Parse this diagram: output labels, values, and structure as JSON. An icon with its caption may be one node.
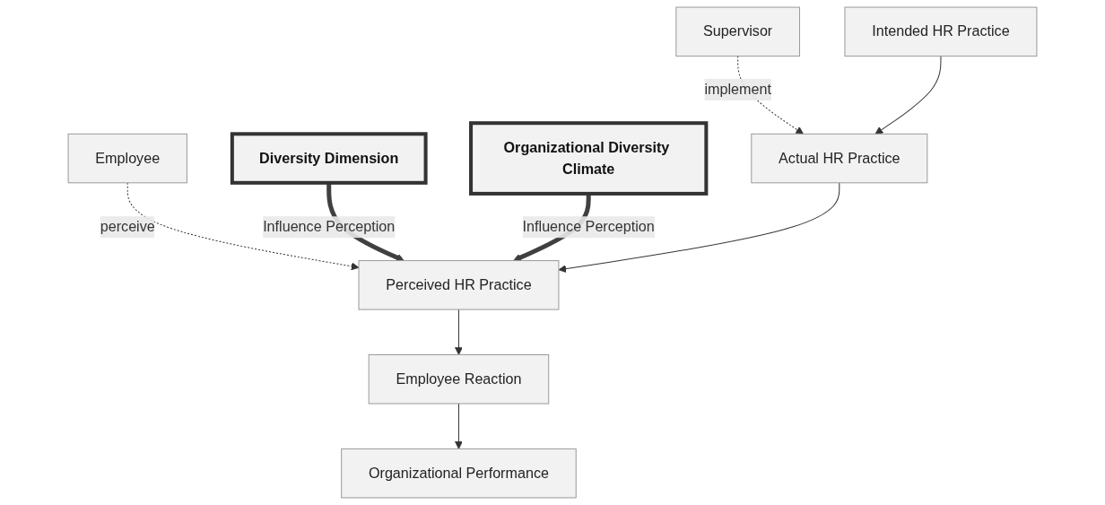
{
  "diagram": {
    "nodes": [
      {
        "text": [
          "Diversity Dimension"
        ]
      },
      {
        "text": [
          "Organizational Diversity Climate"
        ]
      },
      {
        "text": [
          "Supervisor"
        ]
      },
      {
        "text": [
          "Employee"
        ]
      },
      {
        "text": [
          "Intended HR Practice"
        ]
      },
      {
        "text": [
          "Actual HR Practice"
        ]
      },
      {
        "text": [
          "Perceived HR Practice"
        ]
      },
      {
        "text": [
          "Employee Reaction"
        ]
      },
      {
        "text": [
          "Organizational Performance"
        ]
      }
    ],
    "edges": [
      {
        "from": 2,
        "to": 5,
        "arrow": "to",
        "label": "implement",
        "style": "dashed"
      },
      {
        "from": 3,
        "to": 6,
        "arrow": "to",
        "label": "perceive",
        "style": "dashed"
      },
      {
        "from": 0,
        "to": 6,
        "arrow": "to",
        "label": "Influence Perception",
        "style": "thick",
        "color": "#404040"
      },
      {
        "from": 1,
        "to": 6,
        "arrow": "to",
        "label": "Influence Perception",
        "style": "thick",
        "color": "#404040"
      },
      {
        "from": 4,
        "to": 5,
        "arrow": "to"
      },
      {
        "from": 5,
        "to": 6,
        "arrow": "to"
      },
      {
        "from": 6,
        "to": 7,
        "arrow": "to"
      },
      {
        "from": 7,
        "to": 8,
        "arrow": "to"
      }
    ]
  }
}
